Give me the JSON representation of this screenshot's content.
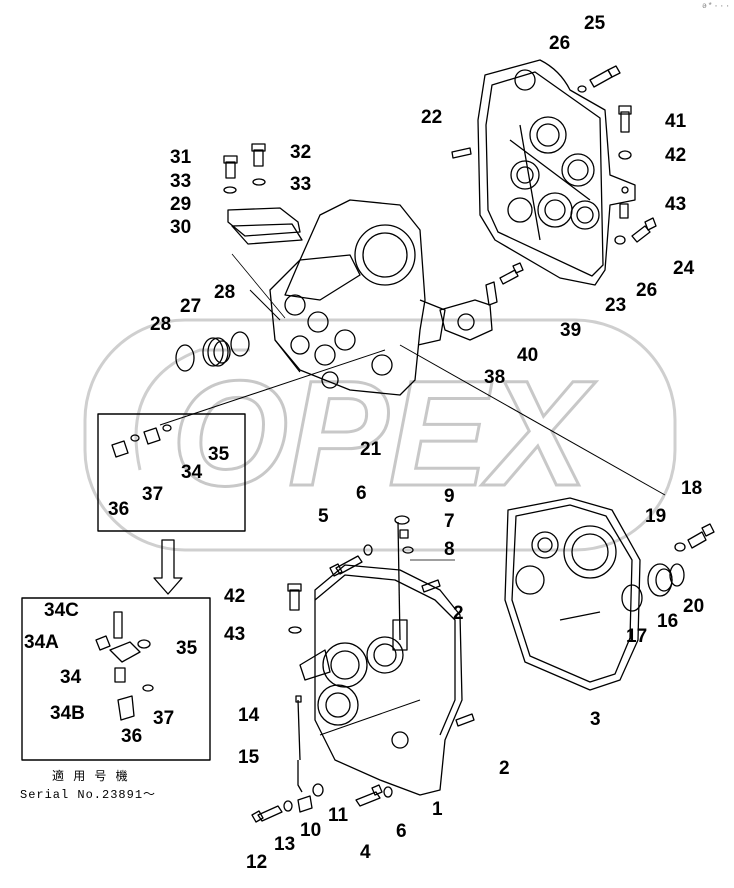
{
  "watermark": "OPEX",
  "corner_mark": "ə*···",
  "note_line1": "適 用 号 機",
  "note_line2": "Serial No.23891～",
  "callouts": {
    "c25": "25",
    "c26a": "26",
    "c22": "22",
    "c41": "41",
    "c42a": "42",
    "c43a": "43",
    "c24": "24",
    "c26b": "26",
    "c23": "23",
    "c31": "31",
    "c32": "32",
    "c33a": "33",
    "c33b": "33",
    "c29": "29",
    "c30": "30",
    "c27": "27",
    "c28a": "28",
    "c28b": "28",
    "c39": "39",
    "c40": "40",
    "c38": "38",
    "c21": "21",
    "c35a": "35",
    "c34a": "34",
    "c37a": "37",
    "c36a": "36",
    "c18": "18",
    "c19": "19",
    "c16": "16",
    "c20": "20",
    "c17": "17",
    "c3": "3",
    "c6a": "6",
    "c9": "9",
    "c7": "7",
    "c8": "8",
    "c5": "5",
    "c2a": "2",
    "c42b": "42",
    "c43b": "43",
    "c14": "14",
    "c15": "15",
    "c2b": "2",
    "c12": "12",
    "c13": "13",
    "c10": "10",
    "c11": "11",
    "c4": "4",
    "c6b": "6",
    "c1": "1",
    "c34C": "34C",
    "c34A": "34A",
    "c35b": "35",
    "c34b": "34",
    "c34B": "34B",
    "c37b": "37",
    "c36b": "36"
  }
}
